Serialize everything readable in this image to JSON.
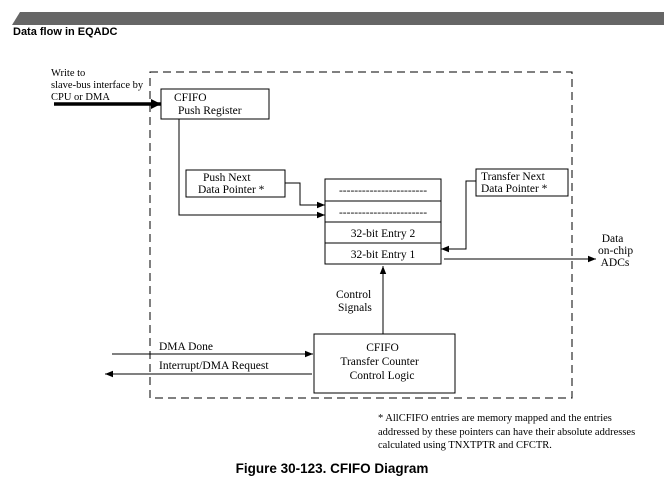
{
  "header": {
    "section_title": "Data flow in EQADC",
    "bar_color": "#666666"
  },
  "diagram": {
    "input_label": [
      "Write to",
      "slave-bus interface by",
      "CPU or DMA"
    ],
    "push_register": [
      "CFIFO",
      "Push Register"
    ],
    "push_next_pointer": [
      "Push Next",
      "Data Pointer *"
    ],
    "transfer_next_pointer": [
      "Transfer Next",
      "Data Pointer *"
    ],
    "fifo_entries": [
      "-----------------------",
      "-----------------------",
      "32-bit Entry 2",
      "32-bit Entry 1"
    ],
    "output_label": [
      "Data",
      "on-chip",
      "ADCs"
    ],
    "control_signals": [
      "Control",
      "Signals"
    ],
    "transfer_counter": [
      "CFIFO",
      "Transfer Counter",
      "Control Logic"
    ],
    "dma_done": "DMA Done",
    "interrupt_request": "Interrupt/DMA Request"
  },
  "footnote": "* AllCFIFO entries are memory mapped and the entries addressed by these pointers can have their absolute addresses calculated using TNXTPTR and CFCTR.",
  "caption": "Figure 30-123. CFIFO Diagram"
}
